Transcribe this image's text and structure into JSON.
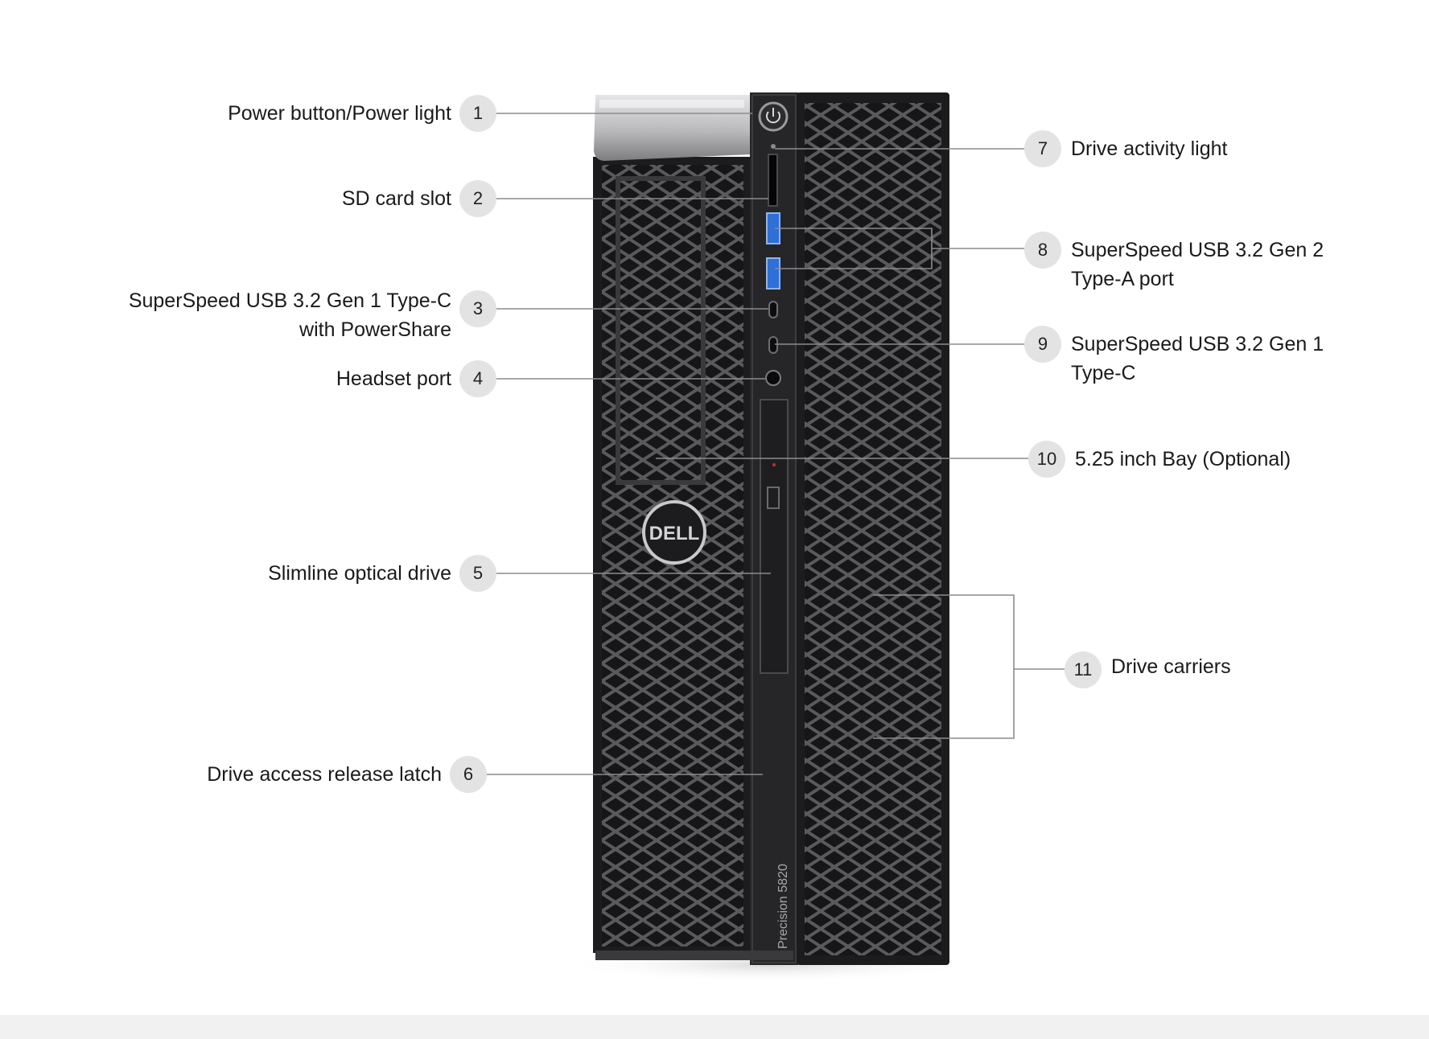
{
  "brand": {
    "logo_text": "DELL",
    "model_text": "Precision 5820"
  },
  "colors": {
    "case": "#1c1c1e",
    "panel": "#262628",
    "mesh_line": "#5a5a5c",
    "handle": "#bfbfc2",
    "leader": "#8c8c8c",
    "badge": "#e3e3e3",
    "usb_blue": "#2f6fd6"
  },
  "callouts_left": [
    {
      "number": "1",
      "lines": [
        "Power button/Power light"
      ]
    },
    {
      "number": "2",
      "lines": [
        "SD card slot"
      ]
    },
    {
      "number": "3",
      "lines": [
        "SuperSpeed USB 3.2 Gen 1 Type-C",
        "with PowerShare"
      ]
    },
    {
      "number": "4",
      "lines": [
        "Headset port"
      ]
    },
    {
      "number": "5",
      "lines": [
        "Slimline optical drive"
      ]
    },
    {
      "number": "6",
      "lines": [
        "Drive access release latch"
      ]
    }
  ],
  "callouts_right": [
    {
      "number": "7",
      "lines": [
        "Drive activity light"
      ]
    },
    {
      "number": "8",
      "lines": [
        "SuperSpeed USB 3.2 Gen 2",
        "Type-A port"
      ]
    },
    {
      "number": "9",
      "lines": [
        "SuperSpeed USB 3.2 Gen 1",
        "Type-C"
      ]
    },
    {
      "number": "10",
      "lines": [
        "5.25 inch Bay (Optional)"
      ]
    },
    {
      "number": "11",
      "lines": [
        "Drive carriers"
      ]
    }
  ]
}
